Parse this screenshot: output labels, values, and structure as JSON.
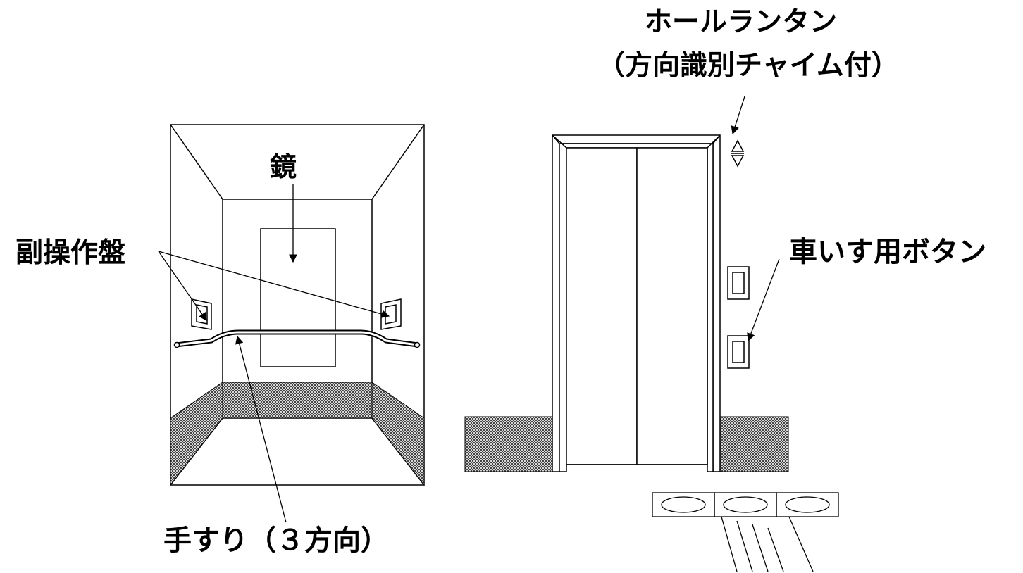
{
  "labels": {
    "mirror": "鏡",
    "sub_panel": "副操作盤",
    "handrail": "手すり（３方向）",
    "hall_lantern_line1": "ホールランタン",
    "hall_lantern_line2": "（方向識別チャイム付）",
    "wheelchair_button": "車いす用ボタン"
  },
  "colors": {
    "line": "#000000",
    "hatch": "#555555",
    "background": "#ffffff"
  }
}
